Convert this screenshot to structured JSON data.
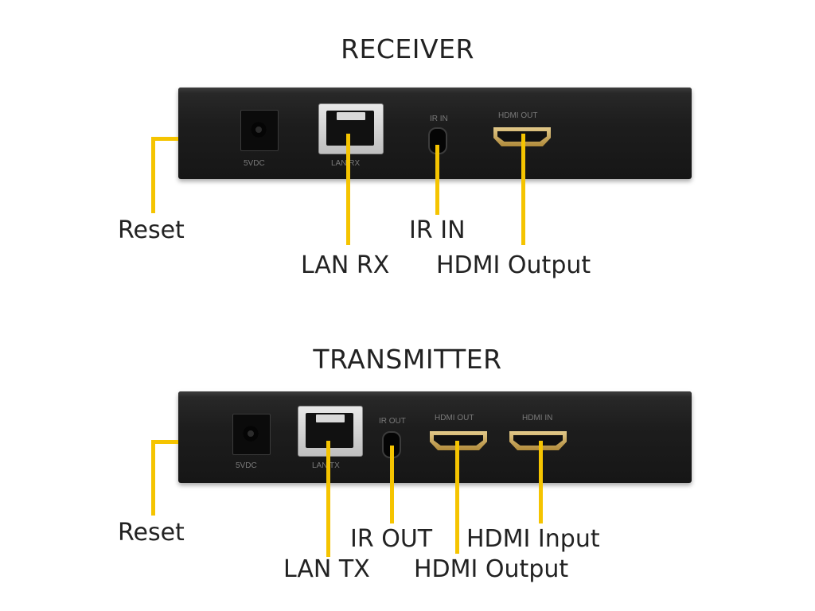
{
  "colors": {
    "leader": "#f5c400",
    "device": "#1e1e1e",
    "text": "#222222"
  },
  "receiver": {
    "title": "RECEIVER",
    "port_labels": {
      "dc": "5VDC",
      "lan": "LAN RX",
      "ir": "IR IN",
      "hdmi_out": "HDMI OUT"
    },
    "callouts": {
      "reset": "Reset",
      "lan": "LAN RX",
      "ir": "IR IN",
      "hdmi_out": "HDMI Output"
    }
  },
  "transmitter": {
    "title": "TRANSMITTER",
    "port_labels": {
      "dc": "5VDC",
      "lan": "LAN TX",
      "ir": "IR OUT",
      "hdmi_out": "HDMI OUT",
      "hdmi_in": "HDMI IN"
    },
    "callouts": {
      "reset": "Reset",
      "lan": "LAN TX",
      "ir": "IR OUT",
      "hdmi_out": "HDMI Output",
      "hdmi_in": "HDMI Input"
    }
  }
}
